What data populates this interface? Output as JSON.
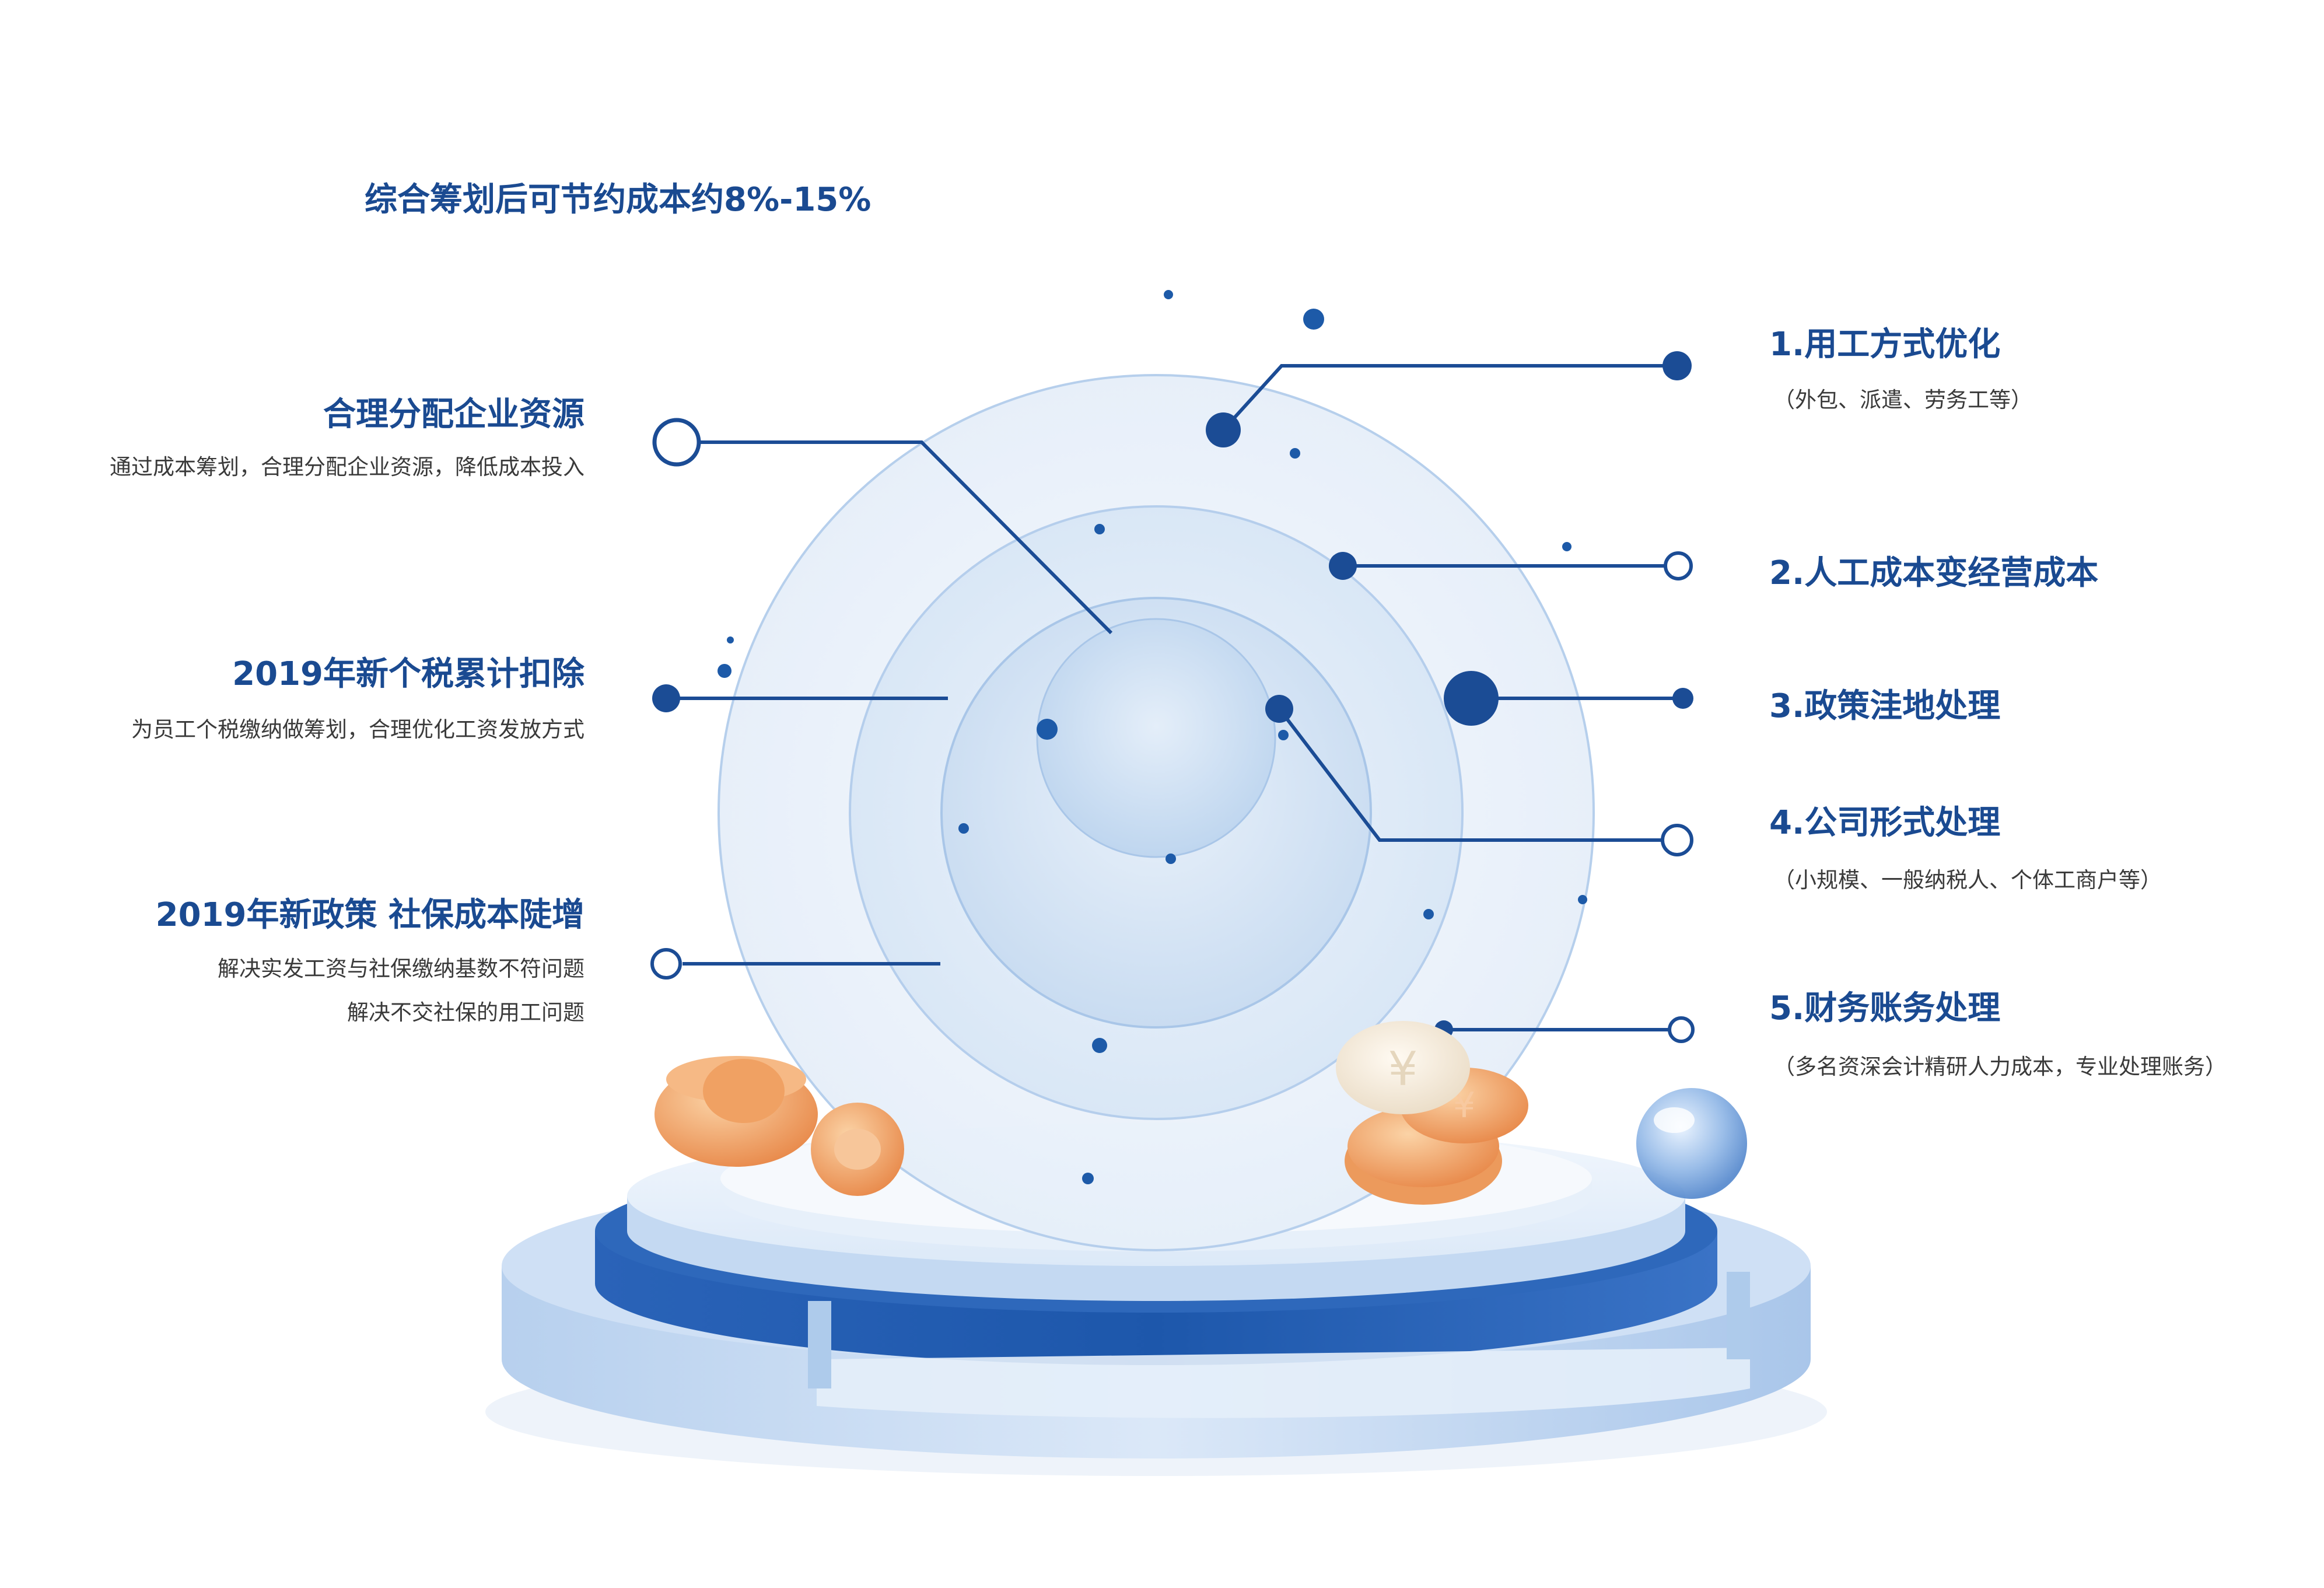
{
  "headline": "综合筹划后可节约成本约8%-15%",
  "left_items": [
    {
      "title": "合理分配企业资源",
      "desc": [
        "通过成本筹划，合理分配企业资源，降低成本投入"
      ]
    },
    {
      "title": "2019年新个税累计扣除",
      "desc": [
        "为员工个税缴纳做筹划，合理优化工资发放方式"
      ]
    },
    {
      "title": "2019年新政策 社保成本陡增",
      "desc": [
        "解决实发工资与社保缴纳基数不符问题",
        "解决不交社保的用工问题"
      ]
    }
  ],
  "right_items": [
    {
      "title": "1.用工方式优化",
      "desc": "（外包、派遣、劳务工等）"
    },
    {
      "title": "2.人工成本变经营成本",
      "desc": ""
    },
    {
      "title": "3.政策洼地处理",
      "desc": ""
    },
    {
      "title": "4.公司形式处理",
      "desc": "（小规模、一般纳税人、个体工商户等）"
    },
    {
      "title": "5.财务账务处理",
      "desc": "（多名资深会计精研人力成本，专业处理账务）"
    }
  ],
  "colors": {
    "accent": "#1a4a91",
    "line": "#1b4c95",
    "ring": "#bcd4ee",
    "platform_dark": "#1f5aae",
    "platform_light": "#dbe8f8",
    "gold": "#f2a66a"
  },
  "decorations": [
    "gold-ingot-icon",
    "coin-stack-icon",
    "glass-ball-icon"
  ]
}
